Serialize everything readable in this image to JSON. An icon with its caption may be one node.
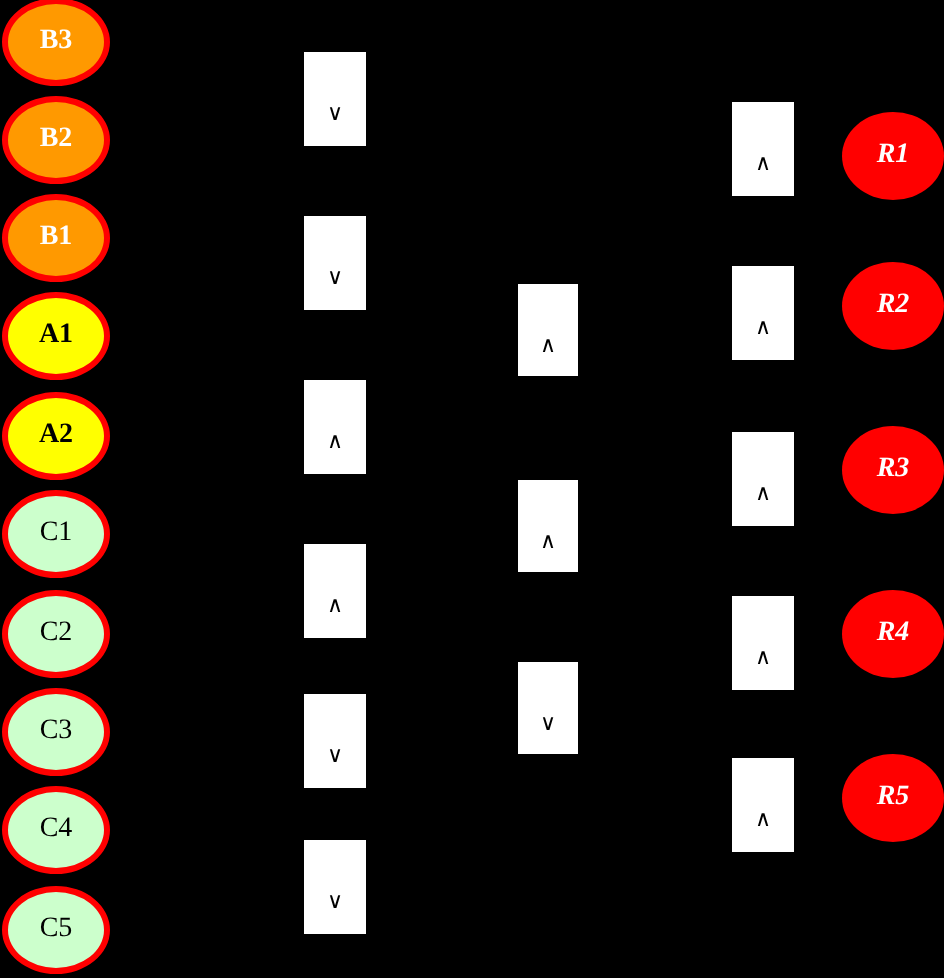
{
  "diagram": {
    "nodes": [
      {
        "text": [
          "B3"
        ]
      },
      {
        "text": [
          "B2"
        ]
      },
      {
        "text": [
          "B1"
        ]
      },
      {
        "text": [
          "A1"
        ]
      },
      {
        "text": [
          "A2"
        ]
      },
      {
        "text": [
          "C1"
        ]
      },
      {
        "text": [
          "C2"
        ]
      },
      {
        "text": [
          "C3"
        ]
      },
      {
        "text": [
          "C4"
        ]
      },
      {
        "text": [
          "C5"
        ]
      },
      {
        "text": [
          "∨"
        ]
      },
      {
        "text": [
          "∨"
        ]
      },
      {
        "text": [
          "∧"
        ]
      },
      {
        "text": [
          "∧"
        ]
      },
      {
        "text": [
          "∨"
        ]
      },
      {
        "text": [
          "∨"
        ]
      },
      {
        "text": [
          "∧"
        ]
      },
      {
        "text": [
          "∧"
        ]
      },
      {
        "text": [
          "∨"
        ]
      },
      {
        "text": [
          "∧"
        ]
      },
      {
        "text": [
          "∧"
        ]
      },
      {
        "text": [
          "∧"
        ]
      },
      {
        "text": [
          "∧"
        ]
      },
      {
        "text": [
          "∧"
        ]
      },
      {
        "text": [
          "R1"
        ]
      },
      {
        "text": [
          "R2"
        ]
      },
      {
        "text": [
          "R3"
        ]
      },
      {
        "text": [
          "R4"
        ]
      },
      {
        "text": [
          "R5"
        ]
      }
    ]
  }
}
